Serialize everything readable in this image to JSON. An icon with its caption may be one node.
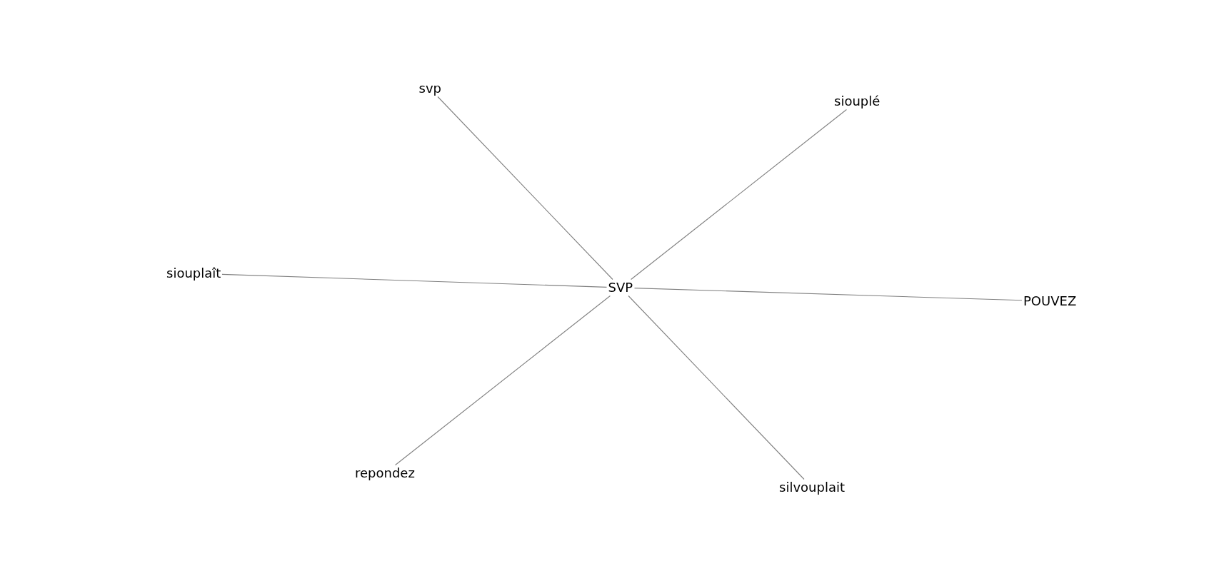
{
  "diagram": {
    "nodes": [
      {
        "text": [
          "SVP"
        ]
      },
      {
        "text": [
          "svp"
        ]
      },
      {
        "text": [
          "siouplé"
        ]
      },
      {
        "text": [
          "siouplaît"
        ]
      },
      {
        "text": [
          "POUVEZ"
        ]
      },
      {
        "text": [
          "repondez"
        ]
      },
      {
        "text": [
          "silvouplait"
        ]
      }
    ],
    "edges": [
      {
        "from": 0,
        "to": 1,
        "arrow": "none"
      },
      {
        "from": 0,
        "to": 2,
        "arrow": "none"
      },
      {
        "from": 0,
        "to": 3,
        "arrow": "none"
      },
      {
        "from": 0,
        "to": 4,
        "arrow": "none"
      },
      {
        "from": 0,
        "to": 5,
        "arrow": "none"
      },
      {
        "from": 0,
        "to": 6,
        "arrow": "none"
      }
    ]
  }
}
